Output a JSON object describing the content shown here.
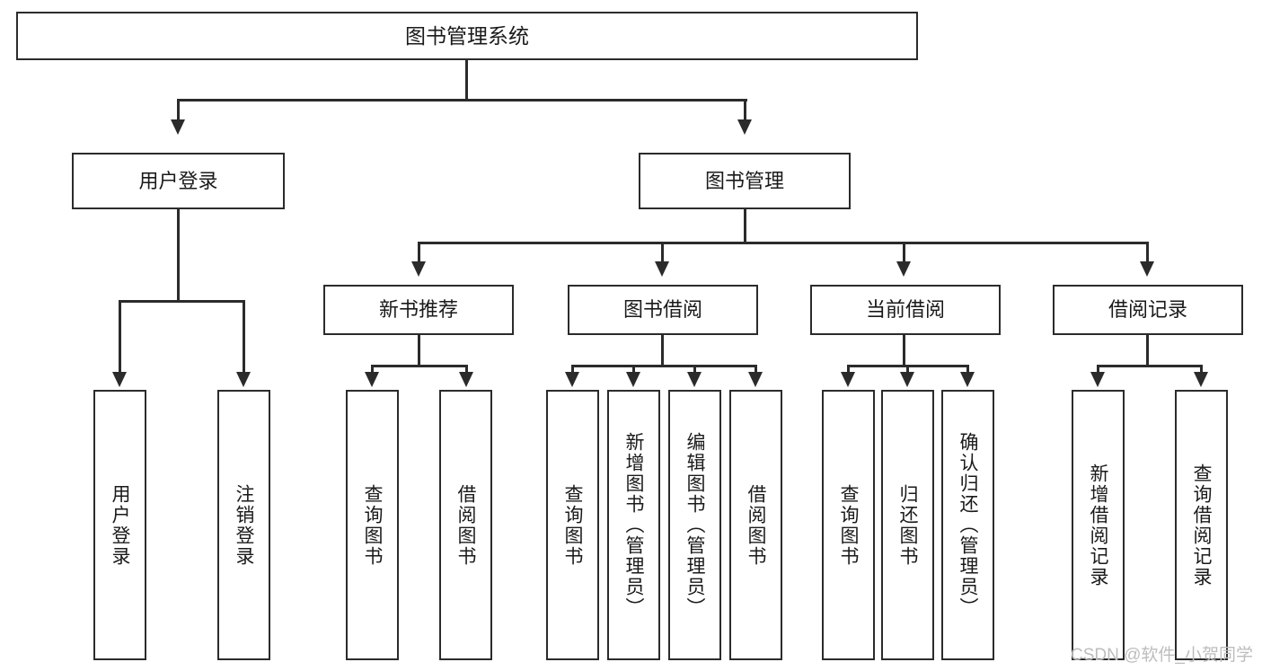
{
  "diagram": {
    "title": "图书管理系统",
    "type": "hierarchy-tree",
    "root": {
      "label": "图书管理系统",
      "children": [
        {
          "label": "用户登录",
          "children": [
            {
              "label": "用户登录"
            },
            {
              "label": "注销登录"
            }
          ]
        },
        {
          "label": "图书管理",
          "children": [
            {
              "label": "新书推荐",
              "children": [
                {
                  "label": "查询图书"
                },
                {
                  "label": "借阅图书"
                }
              ]
            },
            {
              "label": "图书借阅",
              "children": [
                {
                  "label": "查询图书"
                },
                {
                  "label": "新增图书（管理员）"
                },
                {
                  "label": "编辑图书（管理员）"
                },
                {
                  "label": "借阅图书"
                }
              ]
            },
            {
              "label": "当前借阅",
              "children": [
                {
                  "label": "查询图书"
                },
                {
                  "label": "归还图书"
                },
                {
                  "label": "确认归还（管理员）"
                }
              ]
            },
            {
              "label": "借阅记录",
              "children": [
                {
                  "label": "新增借阅记录"
                },
                {
                  "label": "查询借阅记录"
                }
              ]
            }
          ]
        }
      ]
    }
  },
  "nodes": {
    "root": "图书管理系统",
    "l1": {
      "user_login": "用户登录",
      "book_manage": "图书管理"
    },
    "l2": {
      "new_book_rec": "新书推荐",
      "book_borrow": "图书借阅",
      "current_borrow": "当前借阅",
      "borrow_record": "借阅记录"
    },
    "l3": {
      "user_login_leaf": "用户登录",
      "logout_leaf": "注销登录",
      "nbr_query": "查询图书",
      "nbr_borrow": "借阅图书",
      "bb_query": "查询图书",
      "bb_add": "新增图书（管理员）",
      "bb_edit": "编辑图书（管理员）",
      "bb_borrow": "借阅图书",
      "cb_query": "查询图书",
      "cb_return": "归还图书",
      "cb_confirm": "确认归还（管理员）",
      "br_add": "新增借阅记录",
      "br_query": "查询借阅记录"
    }
  },
  "watermark": {
    "text": "CSDN @软件_小贺同学"
  },
  "colors": {
    "stroke": "#2b2b2b",
    "fill": "#ffffff",
    "text": "#1a1a1a",
    "watermark": "#bdbdbd"
  }
}
